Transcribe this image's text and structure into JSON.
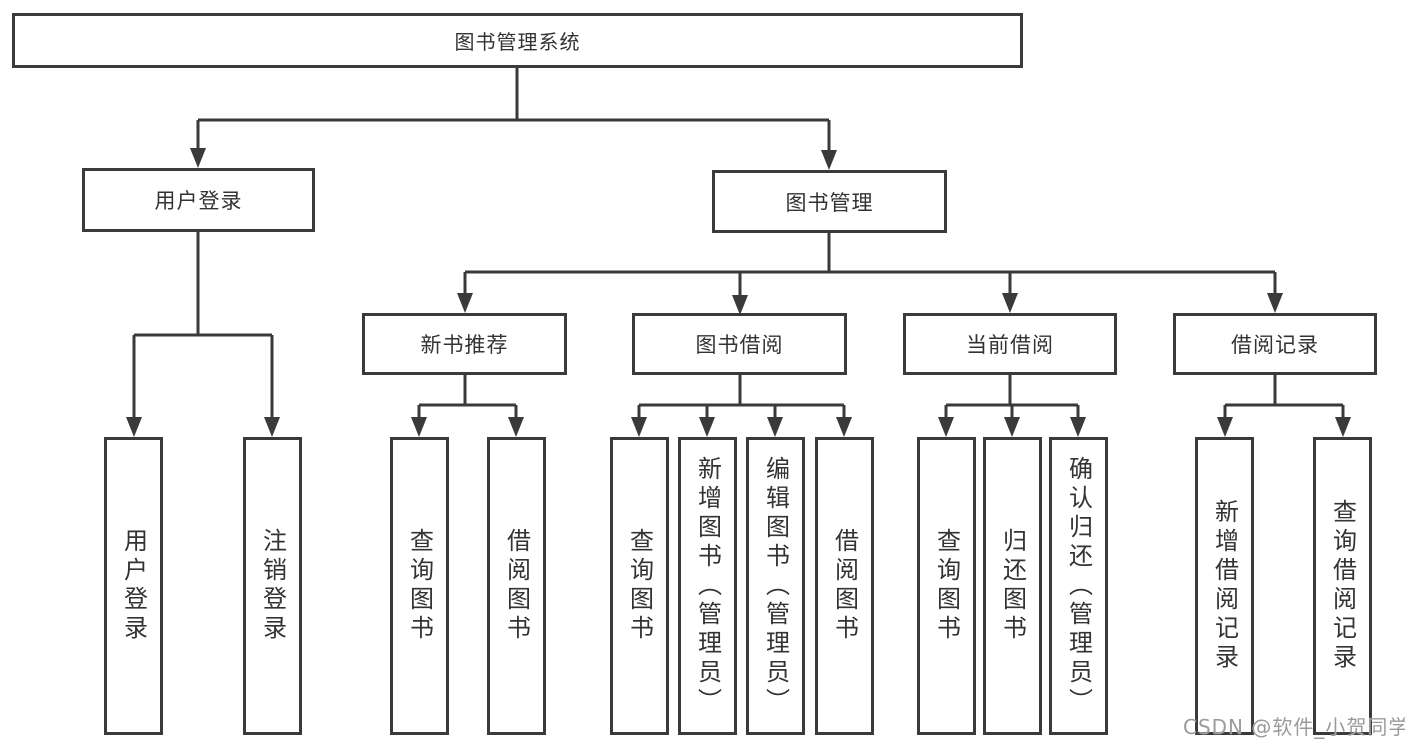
{
  "root": {
    "label": "图书管理系统"
  },
  "branches": [
    {
      "label": "用户登录",
      "leaves": [
        "用户登录",
        "注销登录"
      ]
    },
    {
      "label": "图书管理",
      "children": [
        {
          "label": "新书推荐",
          "leaves": [
            "查询图书",
            "借阅图书"
          ]
        },
        {
          "label": "图书借阅",
          "leaves": [
            "查询图书",
            "新增图书（管理员）",
            "编辑图书（管理员）",
            "借阅图书"
          ]
        },
        {
          "label": "当前借阅",
          "leaves": [
            "查询图书",
            "归还图书",
            "确认归还（管理员）"
          ]
        },
        {
          "label": "借阅记录",
          "leaves": [
            "新增借阅记录",
            "查询借阅记录"
          ]
        }
      ]
    }
  ],
  "watermark": "CSDN @软件_小贺同学",
  "colors": {
    "line": "#3a3a3a",
    "text": "#333333",
    "watermark": "#9b9b9b",
    "background": "#ffffff"
  }
}
